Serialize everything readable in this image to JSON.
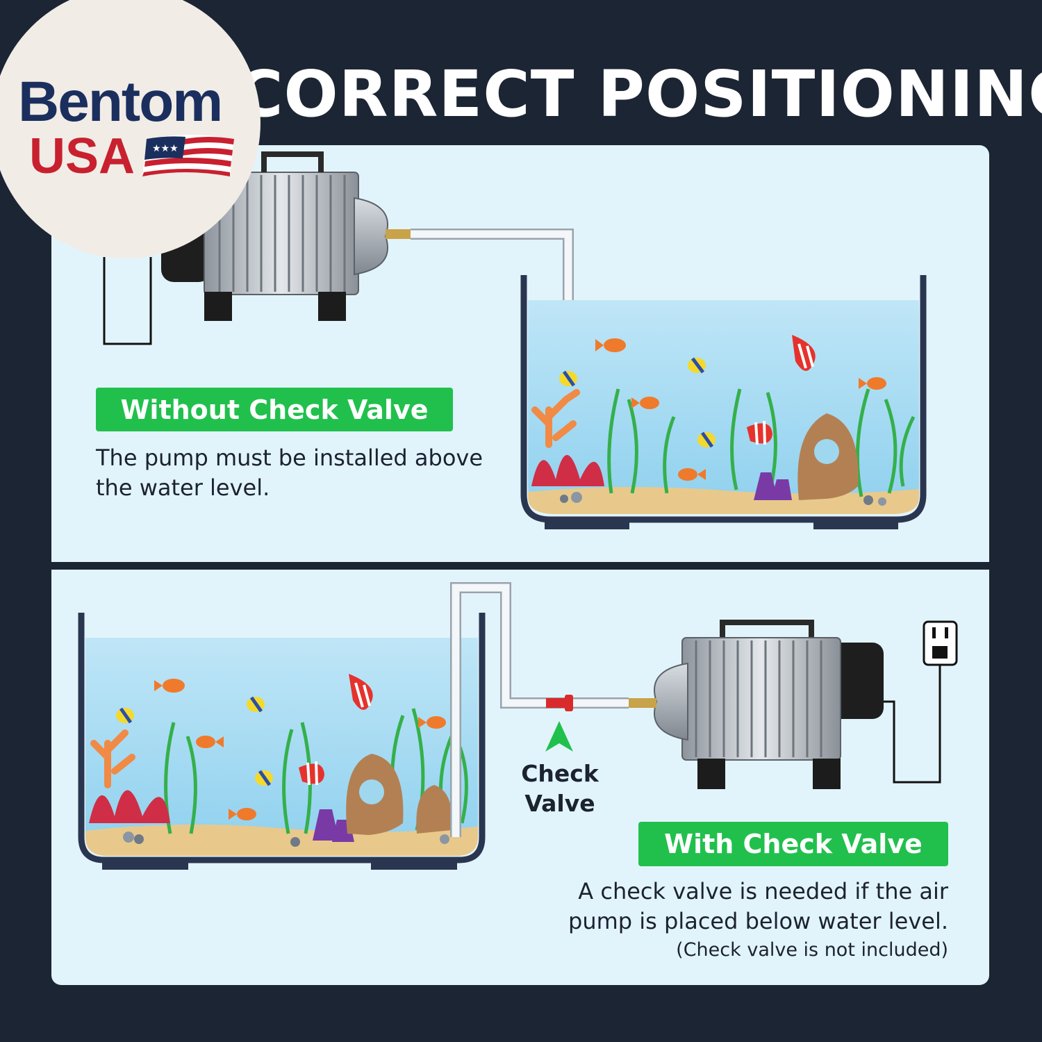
{
  "title": "CORRECT POSITIONING",
  "logo": {
    "brand": "Bentom",
    "country": "USA"
  },
  "top_section": {
    "badge": "Without Check Valve",
    "description": "The pump must be installed above the water level."
  },
  "bottom_section": {
    "badge": "With Check Valve",
    "description": "A check valve is needed if the air pump is placed below water level.",
    "note": "(Check valve is not included)",
    "check_valve_label": "Check Valve"
  },
  "colors": {
    "background": "#1c2533",
    "panel": "#e2f4fb",
    "badge": "#21c04d",
    "water": "#a6dcf2",
    "tank_outline": "#2a3650",
    "valve": "#d92b2b",
    "logo_blue": "#1b2f5e",
    "logo_red": "#c8202f"
  },
  "icons": [
    "air-pump-icon",
    "aquarium-tank-icon",
    "fish-icon",
    "seaweed-icon",
    "coral-icon",
    "power-outlet-icon",
    "check-valve-icon",
    "arrow-up-icon",
    "us-flag-icon"
  ]
}
